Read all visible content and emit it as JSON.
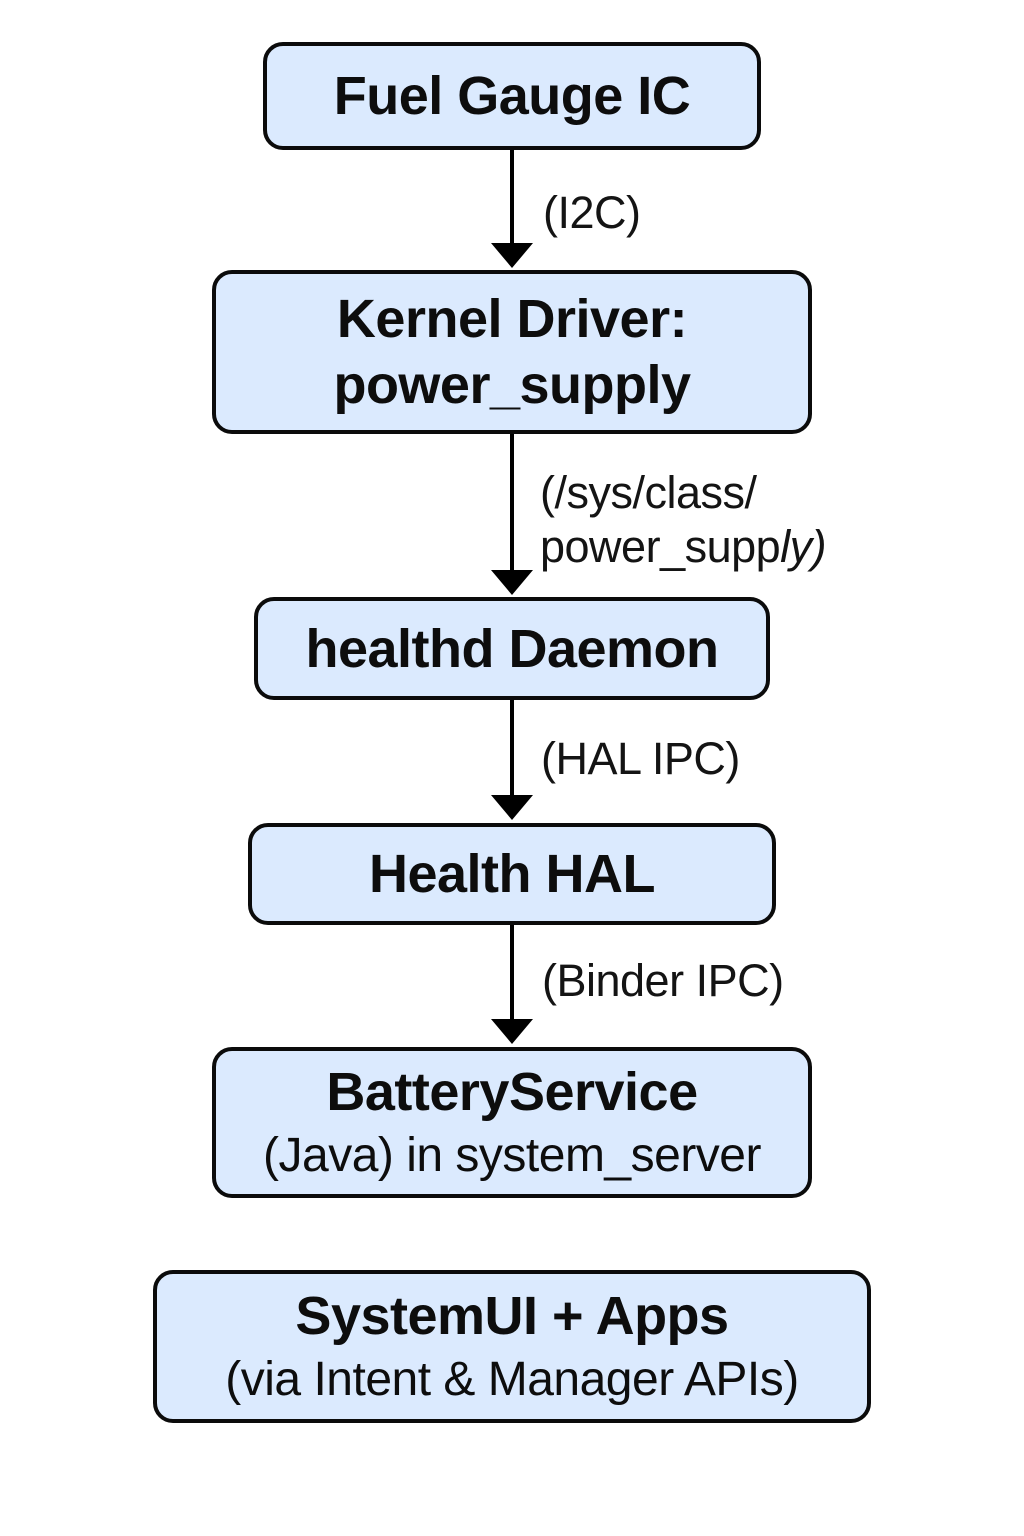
{
  "diagram": {
    "colors": {
      "background": "#ffffff",
      "box_fill": "#dbeafe",
      "box_border": "#0b0b0b",
      "text_color": "#0d0d0d",
      "label_color": "#141414",
      "arrow_color": "#000000"
    },
    "nodes": [
      {
        "id": "fuel-gauge-ic",
        "title": "Fuel Gauge IC"
      },
      {
        "id": "kernel-driver",
        "title": "Kernel Driver:",
        "title_line2": "power_supply"
      },
      {
        "id": "healthd-daemon",
        "title": "healthd Daemon"
      },
      {
        "id": "health-hal",
        "title": "Health HAL"
      },
      {
        "id": "battery-service",
        "title": "BatteryService",
        "subtitle": "(Java) in system_server"
      },
      {
        "id": "systemui-apps",
        "title": "SystemUI + Apps",
        "subtitle": "(via Intent & Manager APIs)"
      }
    ],
    "edges": [
      {
        "from": "fuel-gauge-ic",
        "to": "kernel-driver",
        "label": "(I2C)"
      },
      {
        "from": "kernel-driver",
        "to": "healthd-daemon",
        "label": "(/sys/class/ power_supply)",
        "label_line1": "(/sys/class/",
        "label_line2_upright": "power_supp",
        "label_line2_italic": "ly)"
      },
      {
        "from": "healthd-daemon",
        "to": "health-hal",
        "label": "(HAL IPC)"
      },
      {
        "from": "health-hal",
        "to": "battery-service",
        "label": "(Binder IPC)"
      }
    ]
  }
}
